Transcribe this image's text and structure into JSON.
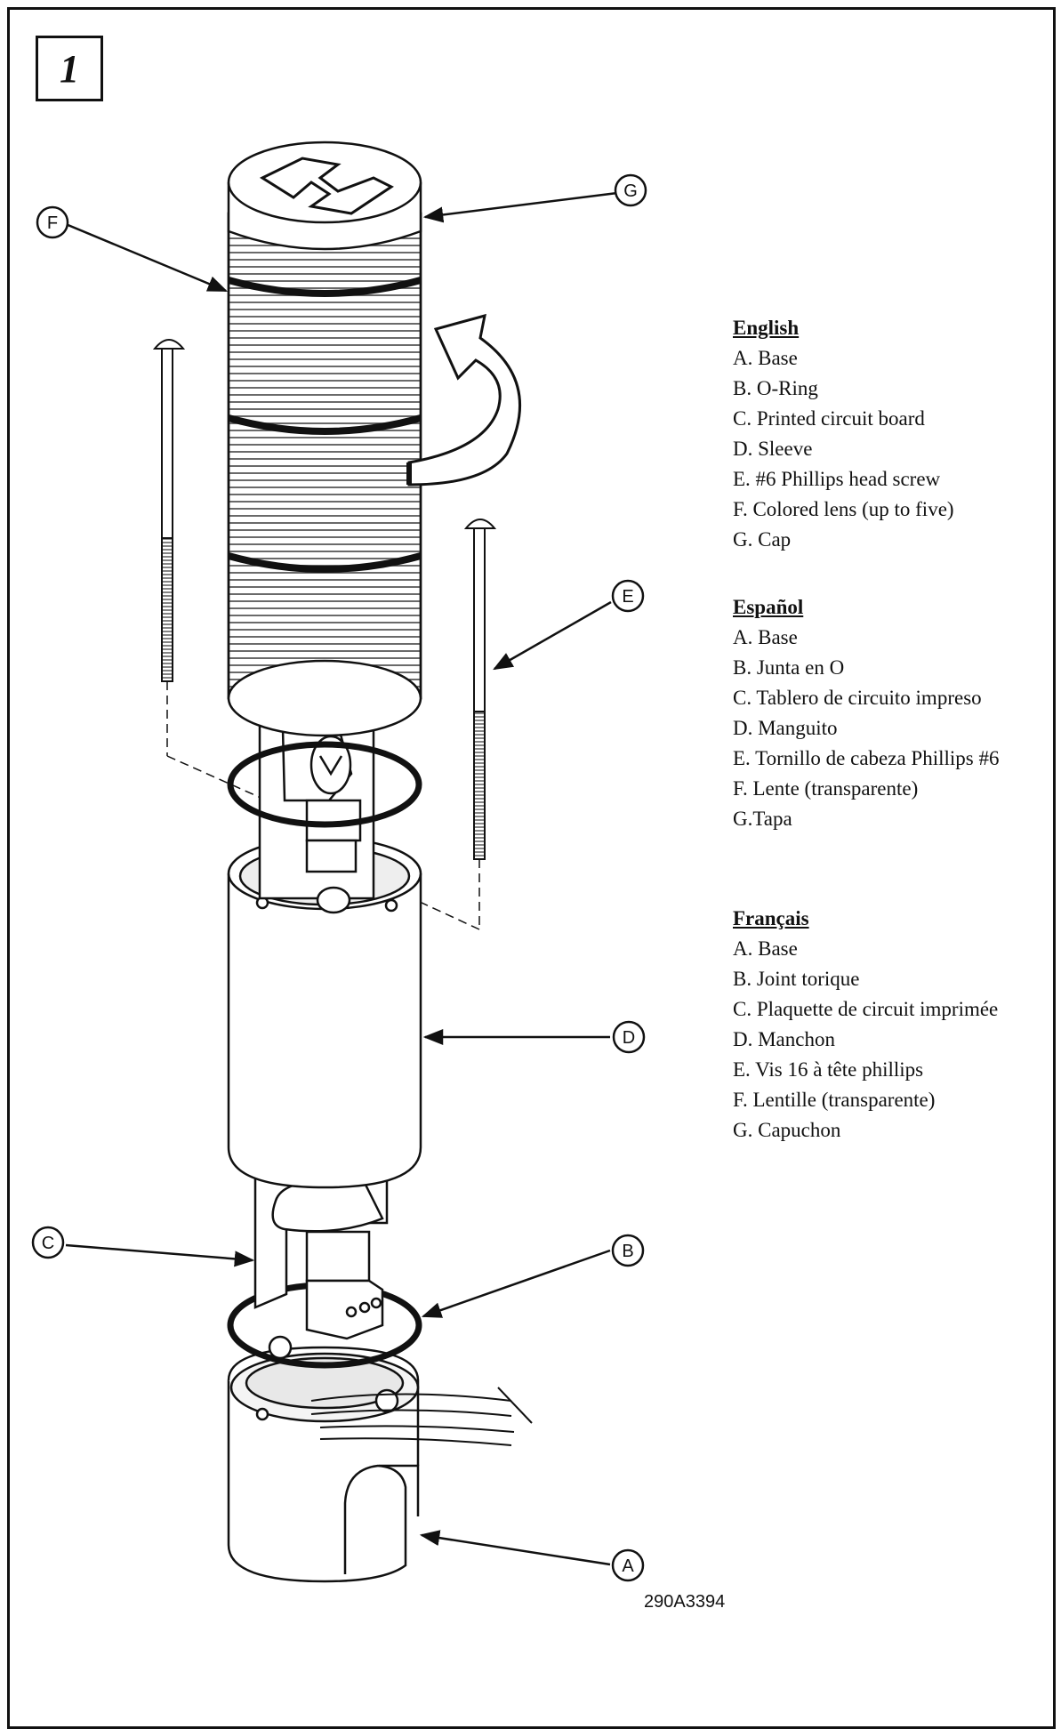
{
  "step_number": "1",
  "figure_number": "290A3394",
  "callouts": [
    "A",
    "B",
    "C",
    "D",
    "E",
    "F",
    "G"
  ],
  "legends": [
    {
      "heading": "English",
      "items": [
        "A. Base",
        "B. O-Ring",
        "C. Printed circuit board",
        "D. Sleeve",
        "E. #6 Phillips head screw",
        "F. Colored lens (up to five)",
        "G. Cap"
      ]
    },
    {
      "heading": "Español",
      "items": [
        "A. Base",
        "B. Junta en O",
        "C. Tablero de circuito impreso",
        "D. Manguito",
        "E. Tornillo de cabeza Phillips #6",
        "F. Lente (transparente)",
        "G.Tapa"
      ]
    },
    {
      "heading": "Français",
      "items": [
        "A. Base",
        "B. Joint torique",
        "C. Plaquette de circuit imprimée",
        "D. Manchon",
        "E. Vis 16 à tête phillips",
        "F. Lentille (transparente)",
        "G. Capuchon"
      ]
    }
  ]
}
